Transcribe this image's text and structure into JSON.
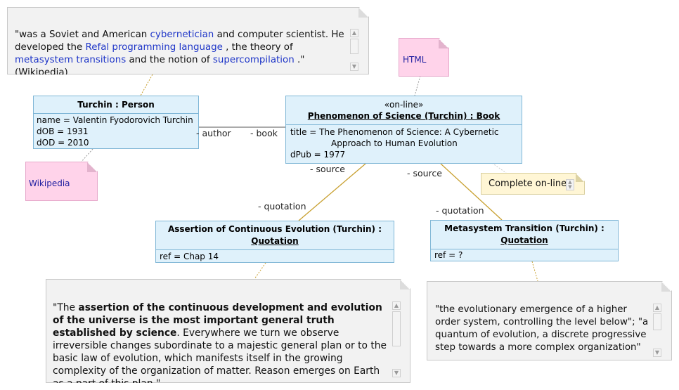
{
  "notes": {
    "wiki_quote": {
      "p1": "\"was a Soviet and American ",
      "l1": "cybernetician",
      "p2": " and computer scientist. He developed the ",
      "l2": "Refal programming language",
      "p3": " , the theory of ",
      "l3": "metasystem transitions",
      "p4": " and the notion of ",
      "l4": "supercompilation",
      "p5": " .\" (Wikipedia)"
    },
    "html_label": "HTML",
    "wikipedia_label": "Wikipedia",
    "complete_label": "Complete on-line",
    "assertion_quote": {
      "p1": "\"The ",
      "b1": "assertion of the continuous development and evolution of the universe is the most important general truth established by science",
      "p2": ". Everywhere we turn we observe irreversible changes subordinate to a majestic general plan or to the basic law of evolution, which manifests itself in the growing complexity of the organization of matter. Reason emerges on Earth as a part of this plan.\""
    },
    "mst_quote": "\"the evolutionary emergence of a higher order system, controlling the level below\"; \"a quantum of evolution, a discrete progressive step towards a more complex organization\""
  },
  "objects": {
    "person": {
      "title": "Turchin : Person",
      "attrs": [
        "name = Valentin Fyodorovich Turchin",
        "dOB = 1931",
        "dOD = 2010"
      ]
    },
    "book": {
      "stereotype": "«on-line»",
      "title": "Phenomenon of Science (Turchin) : Book",
      "attr_title_1": "title = The Phenomenon of Science: A Cybernetic",
      "attr_title_2": "Approach to Human Evolution",
      "attr_pub": "dPub = 1977"
    },
    "assertion": {
      "title_1": "Assertion of Continuous Evolution (Turchin) :",
      "title_2": "Quotation",
      "attrs": [
        "ref = Chap 14"
      ]
    },
    "mst": {
      "title_1": "Metasystem Transition (Turchin) :",
      "title_2": "Quotation",
      "attrs": [
        "ref = ?"
      ]
    }
  },
  "roles": {
    "author": "- author",
    "book": "- book",
    "source_left": "- source",
    "source_right": "- source",
    "quotation_left": "- quotation",
    "quotation_right": "- quotation"
  },
  "colors": {
    "object_fill": "#dff1fb",
    "object_border": "#7fb6d6",
    "note_fill": "#f2f2f2",
    "pink_note": "#ffd3ea",
    "yellow_note": "#fff6d5",
    "association_line": "#c8a030",
    "link_text": "#1f36c8"
  }
}
